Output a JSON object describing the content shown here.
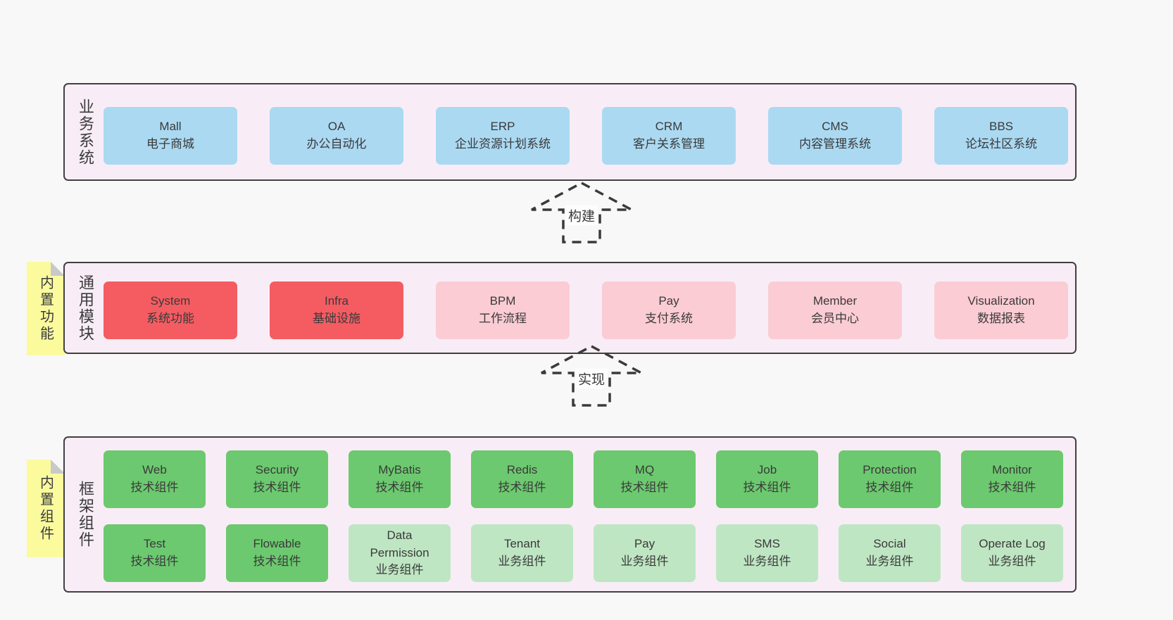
{
  "colors": {
    "page": "#f8f8f8",
    "panel": "#f8edf6",
    "border": "#404040",
    "blue": "#abd9f2",
    "red": "#f45c62",
    "pink": "#fbccd4",
    "green": "#6cc96f",
    "lightgreen": "#bfe6c3",
    "yellow": "#fbfb9e",
    "fold": "#c9c9c9",
    "text": "#3a3a3a"
  },
  "arrows": {
    "build": "构建",
    "implement": "实现"
  },
  "business": {
    "label": "业务系统",
    "boxes": [
      {
        "title": "Mall",
        "subtitle": "电子商城"
      },
      {
        "title": "OA",
        "subtitle": "办公自动化"
      },
      {
        "title": "ERP",
        "subtitle": "企业资源计划系统"
      },
      {
        "title": "CRM",
        "subtitle": "客户关系管理"
      },
      {
        "title": "CMS",
        "subtitle": "内容管理系统"
      },
      {
        "title": "BBS",
        "subtitle": "论坛社区系统"
      }
    ]
  },
  "modules": {
    "label": "通用模块",
    "note": "内置功能",
    "boxes": [
      {
        "title": "System",
        "subtitle": "系统功能"
      },
      {
        "title": "Infra",
        "subtitle": "基础设施"
      },
      {
        "title": "BPM",
        "subtitle": "工作流程"
      },
      {
        "title": "Pay",
        "subtitle": "支付系统"
      },
      {
        "title": "Member",
        "subtitle": "会员中心"
      },
      {
        "title": "Visualization",
        "subtitle": "数据报表"
      }
    ]
  },
  "components": {
    "label": "框架组件",
    "note": "内置组件",
    "rows": [
      [
        {
          "title": "Web",
          "subtitle": "技术组件"
        },
        {
          "title": "Security",
          "subtitle": "技术组件"
        },
        {
          "title": "MyBatis",
          "subtitle": "技术组件"
        },
        {
          "title": "Redis",
          "subtitle": "技术组件"
        },
        {
          "title": "MQ",
          "subtitle": "技术组件"
        },
        {
          "title": "Job",
          "subtitle": "技术组件"
        },
        {
          "title": "Protection",
          "subtitle": "技术组件"
        },
        {
          "title": "Monitor",
          "subtitle": "技术组件"
        }
      ],
      [
        {
          "title": "Test",
          "subtitle": "技术组件"
        },
        {
          "title": "Flowable",
          "subtitle": "技术组件"
        },
        {
          "title": "Data Permission",
          "subtitle": "业务组件"
        },
        {
          "title": "Tenant",
          "subtitle": "业务组件"
        },
        {
          "title": "Pay",
          "subtitle": "业务组件"
        },
        {
          "title": "SMS",
          "subtitle": "业务组件"
        },
        {
          "title": "Social",
          "subtitle": "业务组件"
        },
        {
          "title": "Operate Log",
          "subtitle": "业务组件"
        }
      ]
    ]
  }
}
